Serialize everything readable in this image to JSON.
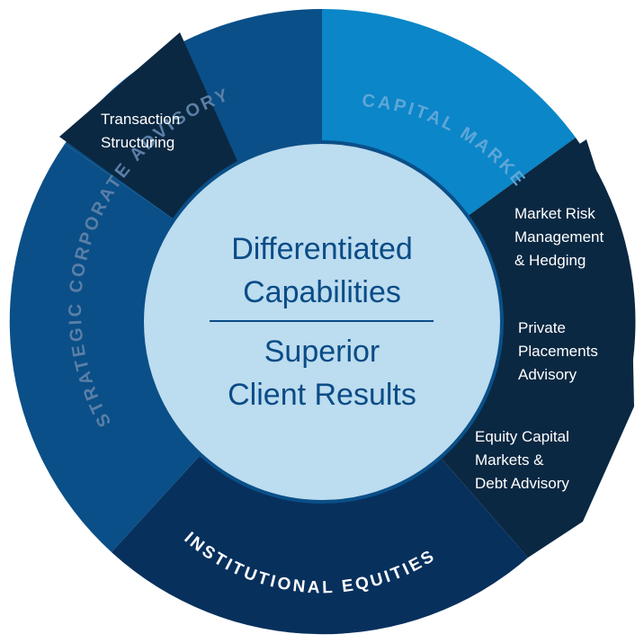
{
  "colors": {
    "capital": "#0B86C8",
    "strategic": "#0A4F88",
    "advisory_top": "#0A4F88",
    "institutional": "#07305D",
    "dark_panel": "#0B2842",
    "center_fill": "#BCDCEF",
    "center_stroke": "#0A4F88",
    "center_text": "#0A4C86",
    "faded_label": "#5B7FA6",
    "capital_label": "#5FA6D8"
  },
  "ring": {
    "capital_markets": "CAPITAL MARKETS",
    "strategic_advisory": "STRATEGIC CORPORATE ADVISORY",
    "institutional_equities": "INSTITUTIONAL EQUITIES"
  },
  "callouts": {
    "transaction": [
      "Transaction",
      "Structuring"
    ],
    "market_risk": [
      "Market Risk",
      "Management",
      "& Hedging"
    ],
    "private_placements": [
      "Private",
      "Placements",
      "Advisory"
    ],
    "equity_capital": [
      "Equity Capital",
      "Markets &",
      "Debt Advisory"
    ]
  },
  "center": {
    "line1": "Differentiated",
    "line2": "Capabilities",
    "line3": "Superior",
    "line4": "Client Results"
  }
}
